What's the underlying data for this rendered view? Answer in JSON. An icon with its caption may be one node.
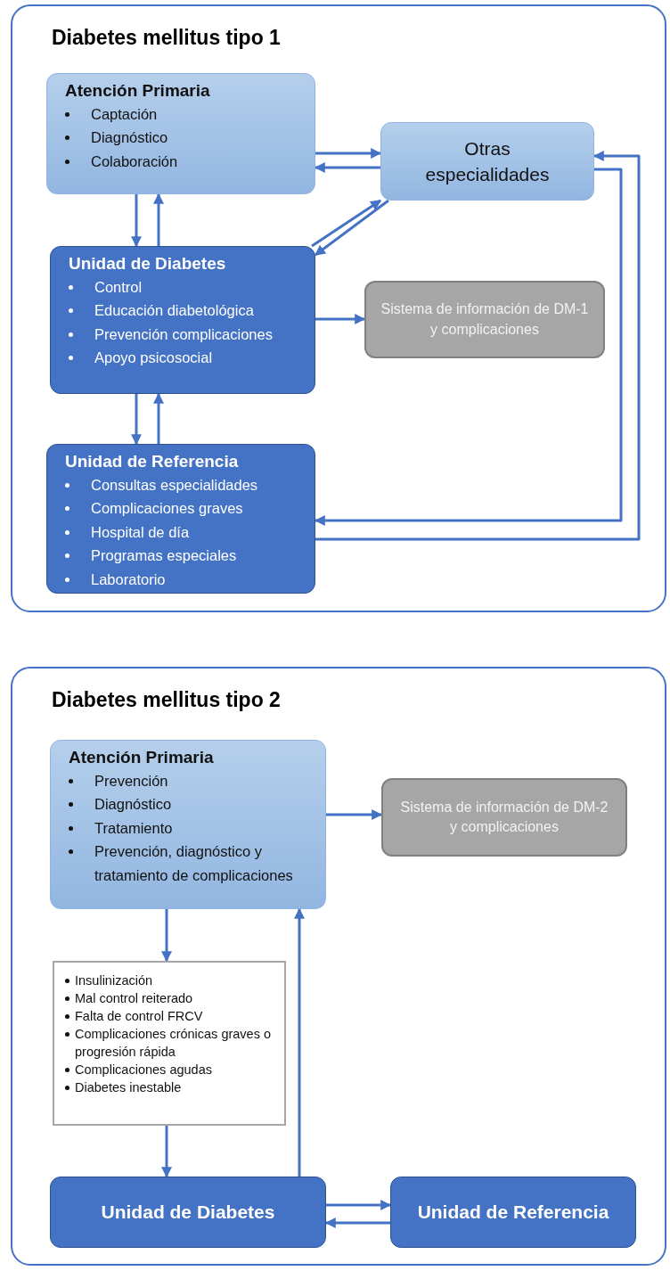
{
  "diagram": {
    "nodes": [
      {
        "text": [
          "Diabetes mellitus tipo 1"
        ]
      },
      {
        "text": [
          "Atención Primaria",
          "Captación",
          "Diagnóstico",
          "Colaboración"
        ],
        "in": 0
      },
      {
        "text": [
          "Otras especialidades"
        ],
        "in": 0
      },
      {
        "text": [
          "Unidad de Diabetes",
          "Control",
          "Educación diabetológica",
          "Prevención complicaciones",
          "Apoyo psicosocial"
        ],
        "in": 0
      },
      {
        "text": [
          "Sistema de información de DM-1 y complicaciones"
        ],
        "in": 0
      },
      {
        "text": [
          "Unidad de Referencia",
          "Consultas especialidades",
          "Complicaciones graves",
          "Hospital de día",
          "Programas especiales",
          "Laboratorio"
        ],
        "in": 0
      },
      {
        "text": [
          "Diabetes mellitus tipo 2"
        ]
      },
      {
        "text": [
          "Atención Primaria",
          "Prevención",
          "Diagnóstico",
          "Tratamiento",
          "Prevención, diagnóstico y tratamiento de complicaciones"
        ],
        "in": 6
      },
      {
        "text": [
          "Sistema de información de DM-2 y complicaciones"
        ],
        "in": 6
      },
      {
        "text": [
          "Insulinización",
          "Mal control reiterado",
          "Falta de control FRCV",
          "Complicaciones crónicas graves o progresión rápida",
          "Complicaciones agudas",
          "Diabetes inestable"
        ],
        "in": 6
      },
      {
        "text": [
          "Unidad de Diabetes"
        ],
        "in": 6
      },
      {
        "text": [
          "Unidad de Referencia"
        ],
        "in": 6
      }
    ],
    "edges": [
      {
        "from": 1,
        "to": 2,
        "arrow": "to"
      },
      {
        "from": 2,
        "to": 1,
        "arrow": "to"
      },
      {
        "from": 1,
        "to": 3,
        "arrow": "to"
      },
      {
        "from": 3,
        "to": 1,
        "arrow": "to"
      },
      {
        "from": 3,
        "to": 2,
        "arrow": "to"
      },
      {
        "from": 2,
        "to": 3,
        "arrow": "to"
      },
      {
        "from": 3,
        "to": 4,
        "arrow": "to"
      },
      {
        "from": 3,
        "to": 5,
        "arrow": "to"
      },
      {
        "from": 5,
        "to": 3,
        "arrow": "to"
      },
      {
        "from": 2,
        "to": 5,
        "arrow": "to"
      },
      {
        "from": 5,
        "to": 2,
        "arrow": "to"
      },
      {
        "from": 7,
        "to": 8,
        "arrow": "to"
      },
      {
        "from": 7,
        "to": 9,
        "arrow": "to"
      },
      {
        "from": 9,
        "to": 10,
        "arrow": "to"
      },
      {
        "from": 10,
        "to": 7,
        "arrow": "to"
      },
      {
        "from": 10,
        "to": 11,
        "arrow": "to"
      },
      {
        "from": 11,
        "to": 10,
        "arrow": "to"
      }
    ]
  }
}
